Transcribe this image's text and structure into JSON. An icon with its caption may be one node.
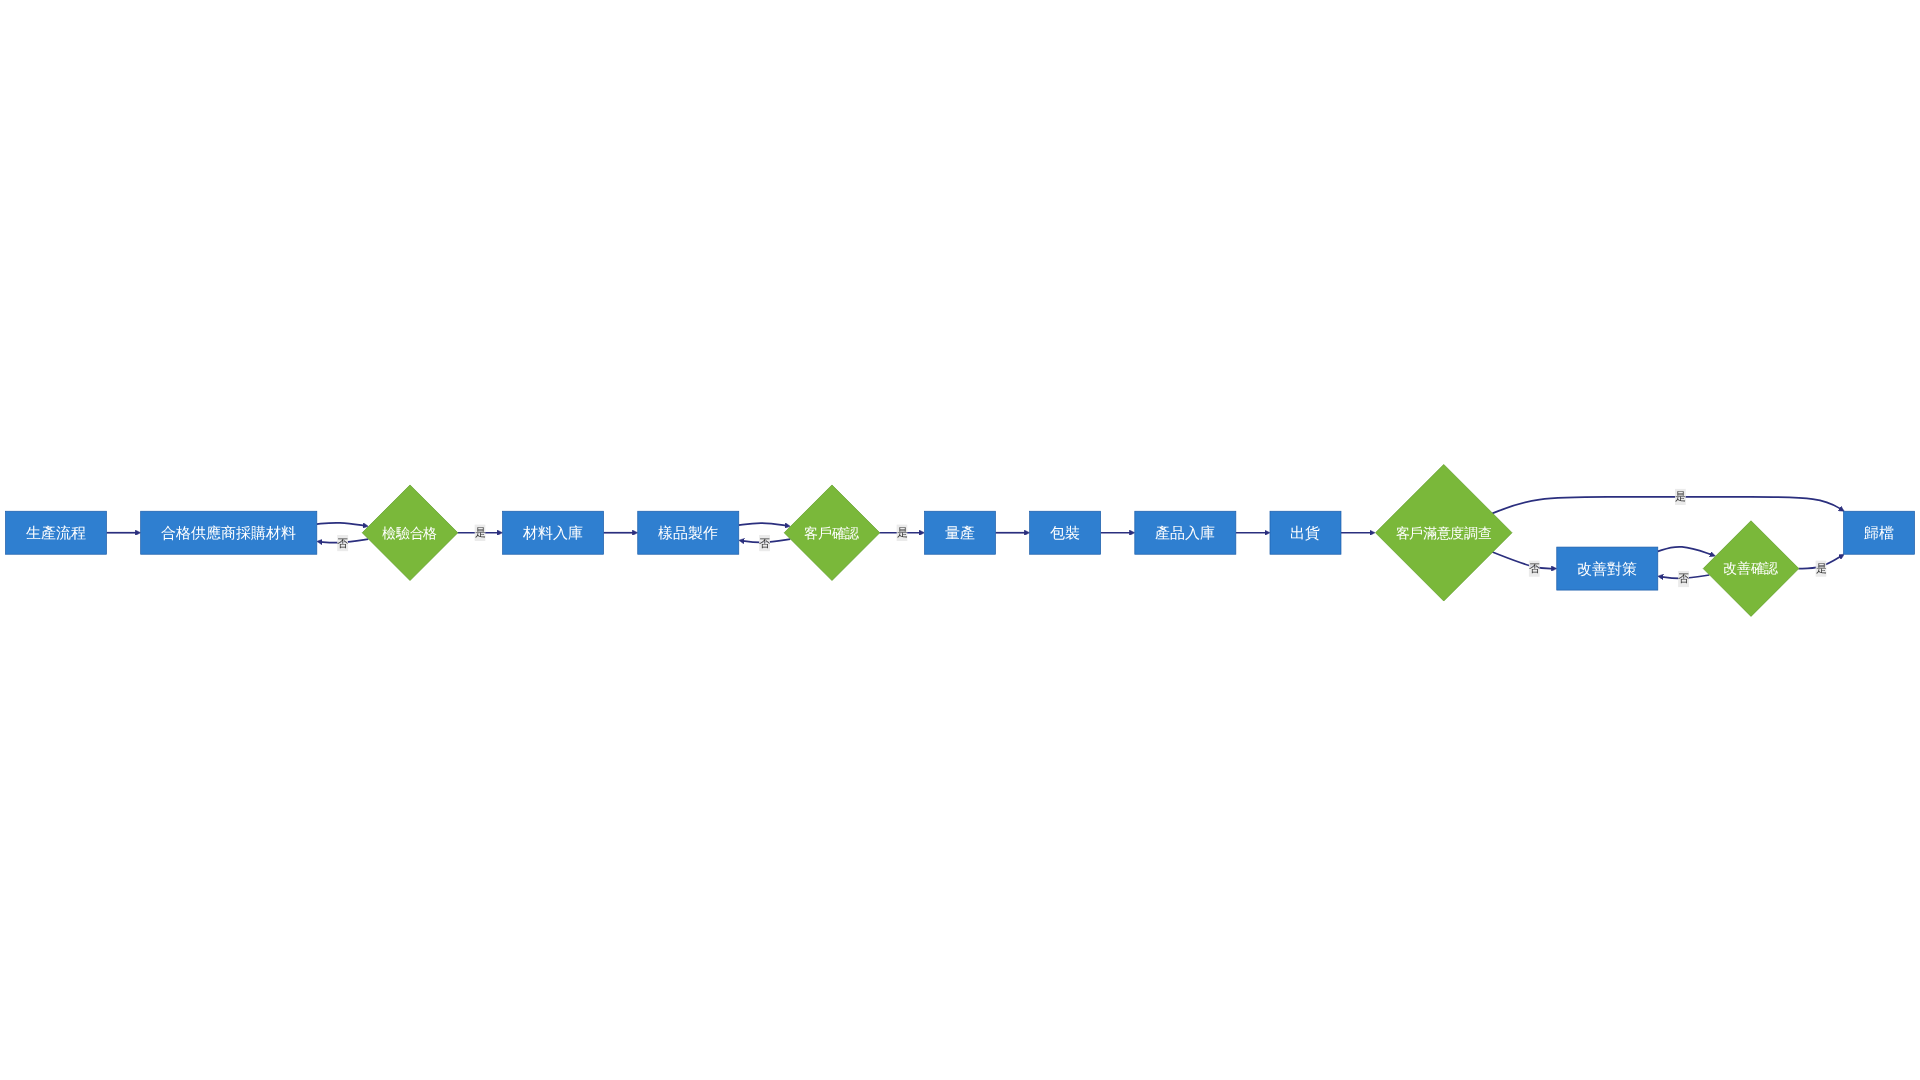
{
  "diagram": {
    "nodes": [
      {
        "text": [
          "生產流程"
        ]
      },
      {
        "text": [
          "合格供應商採購材料"
        ]
      },
      {
        "text": [
          "檢驗合格"
        ]
      },
      {
        "text": [
          "材料入庫"
        ]
      },
      {
        "text": [
          "樣品製作"
        ]
      },
      {
        "text": [
          "客戶確認"
        ]
      },
      {
        "text": [
          "量產"
        ]
      },
      {
        "text": [
          "包裝"
        ]
      },
      {
        "text": [
          "產品入庫"
        ]
      },
      {
        "text": [
          "出貨"
        ]
      },
      {
        "text": [
          "客戶滿意度調查"
        ]
      },
      {
        "text": [
          "歸檔"
        ]
      },
      {
        "text": [
          "改善對策"
        ]
      },
      {
        "text": [
          "改善確認"
        ]
      }
    ],
    "edges": [
      {
        "from": 0,
        "to": 1,
        "arrow": "to"
      },
      {
        "from": 1,
        "to": 2,
        "arrow": "to"
      },
      {
        "from": 2,
        "to": 1,
        "arrow": "to",
        "label": "否"
      },
      {
        "from": 2,
        "to": 3,
        "arrow": "to",
        "label": "是"
      },
      {
        "from": 3,
        "to": 4,
        "arrow": "to"
      },
      {
        "from": 4,
        "to": 5,
        "arrow": "to"
      },
      {
        "from": 5,
        "to": 4,
        "arrow": "to",
        "label": "否"
      },
      {
        "from": 5,
        "to": 6,
        "arrow": "to",
        "label": "是"
      },
      {
        "from": 6,
        "to": 7,
        "arrow": "to"
      },
      {
        "from": 7,
        "to": 8,
        "arrow": "to"
      },
      {
        "from": 8,
        "to": 9,
        "arrow": "to"
      },
      {
        "from": 9,
        "to": 10,
        "arrow": "to"
      },
      {
        "from": 10,
        "to": 11,
        "arrow": "to",
        "label": "是"
      },
      {
        "from": 10,
        "to": 12,
        "arrow": "to",
        "label": "否"
      },
      {
        "from": 12,
        "to": 13,
        "arrow": "to"
      },
      {
        "from": 13,
        "to": 12,
        "arrow": "to",
        "label": "否"
      },
      {
        "from": 13,
        "to": 11,
        "arrow": "to",
        "label": "是"
      }
    ]
  }
}
